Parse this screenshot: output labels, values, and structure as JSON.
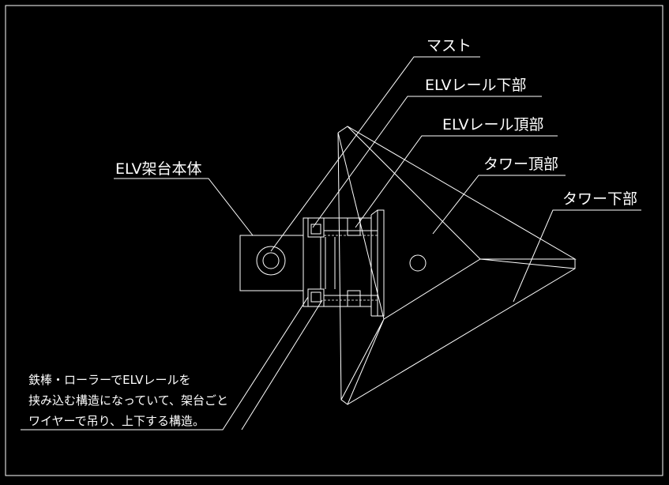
{
  "labels": {
    "mast": "マスト",
    "elv_rail_bottom": "ELVレール下部",
    "elv_rail_top": "ELVレール頂部",
    "tower_top": "タワー頂部",
    "tower_bottom": "タワー下部",
    "elv_platform_body": "ELV架台本体"
  },
  "note": {
    "lines": [
      "鉄棒・ローラーでELVレールを",
      "挟み込む構造になっていて、架台ごと",
      "ワイヤーで吊り、上下する構造。"
    ]
  }
}
